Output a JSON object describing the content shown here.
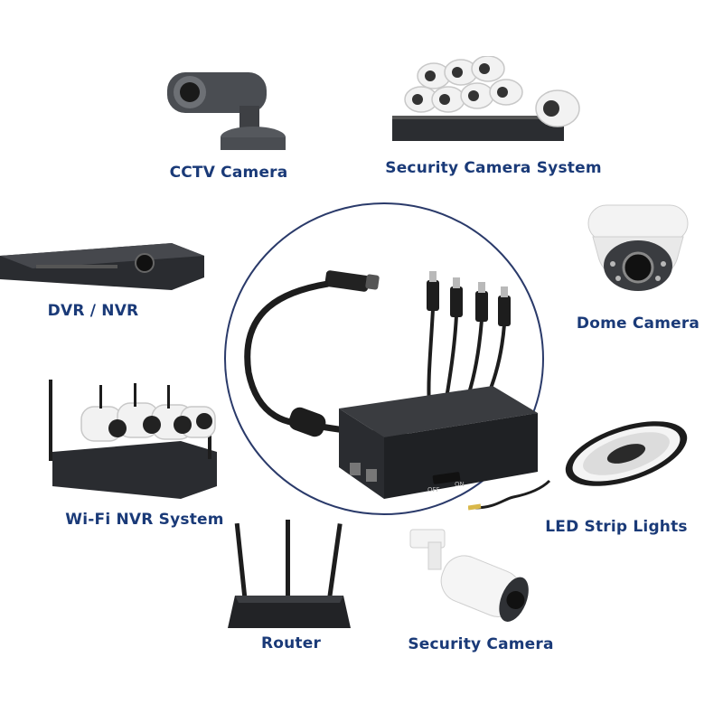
{
  "devices": {
    "cctv_camera": {
      "label": "CCTV Camera",
      "icon": "bullet-cctv-camera-icon"
    },
    "security_camera_system": {
      "label": "Security Camera System",
      "icon": "camera-system-nvr-icon"
    },
    "dvr_nvr": {
      "label": "DVR / NVR",
      "icon": "dvr-recorder-icon"
    },
    "dome_camera": {
      "label": "Dome Camera",
      "icon": "dome-camera-icon"
    },
    "wifi_nvr_system": {
      "label": "Wi-Fi NVR System",
      "icon": "wifi-nvr-kit-icon"
    },
    "led_strip_lights": {
      "label": "LED Strip Lights",
      "icon": "led-strip-reel-icon"
    },
    "router": {
      "label": "Router",
      "icon": "router-icon"
    },
    "security_camera": {
      "label": "Security Camera",
      "icon": "bullet-security-camera-icon"
    }
  },
  "center_product": {
    "icon": "ups-power-supply-with-splitter-cable-icon",
    "switch_off": "OFF",
    "switch_on": "ON"
  },
  "colors": {
    "label_text": "#1a3a78",
    "circle_outline": "#2a3a6a",
    "device_dark": "#2a2c30"
  }
}
